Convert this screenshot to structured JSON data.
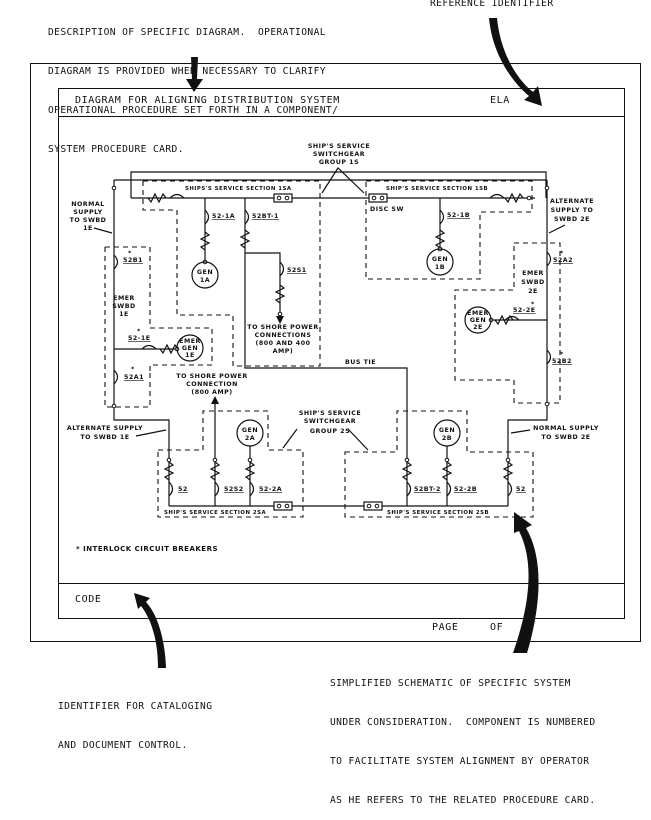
{
  "annotations": {
    "top_left": [
      "DESCRIPTION OF SPECIFIC DIAGRAM.  OPERATIONAL",
      "DIAGRAM IS PROVIDED WHEN NECESSARY TO CLARIFY",
      "OPERATIONAL PROCEDURE SET FORTH IN A COMPONENT/",
      "SYSTEM PROCEDURE CARD."
    ],
    "top_right": "REFERENCE IDENTIFIER",
    "bottom_left": [
      "IDENTIFIER FOR CATALOGING",
      "AND DOCUMENT CONTROL."
    ],
    "bottom_right": [
      "SIMPLIFIED SCHEMATIC OF SPECIFIC SYSTEM",
      "UNDER CONSIDERATION.  COMPONENT IS NUMBERED",
      "TO FACILITATE SYSTEM ALIGNMENT BY OPERATOR",
      "AS HE REFERS TO THE RELATED PROCEDURE CARD."
    ]
  },
  "card": {
    "title": "DIAGRAM FOR ALIGNING DISTRIBUTION SYSTEM",
    "reference": "ELA",
    "code_label": "CODE",
    "page_label": "PAGE",
    "of_label": "OF"
  },
  "diagram": {
    "group_1s": [
      "SHIP'S SERVICE",
      "SWITCHGEAR",
      "GROUP 1S"
    ],
    "group_2s": [
      "SHIP'S SERVICE",
      "SWITCHGEAR",
      "GROUP 2S"
    ],
    "section_1a": "SHIPS'S SERVICE SECTION 1SA",
    "section_1b": "SHIP'S SERVICE SECTION 1SB",
    "section_2a": "SHIP'S SERVICE SECTION 2SA",
    "section_2b": "SHIP'S SERVICE SECTION 2SB",
    "disc_sw": "DISC SW",
    "normal_supply_1e": [
      "NORMAL",
      "SUPPLY",
      "TO SWBD",
      "1E"
    ],
    "alternate_supply_2e": [
      "ALTERNATE",
      "SUPPLY TO",
      "SWBD 2E"
    ],
    "alternate_supply_1e": [
      "ALTERNATE SUPPLY",
      "TO SWBD 1E"
    ],
    "normal_supply_2e": [
      "NORMAL SUPPLY",
      "TO SWBD 2E"
    ],
    "emer_swbd_1e": [
      "EMER",
      "SWBD",
      "1E"
    ],
    "emer_swbd_2e": [
      "EMER",
      "SWBD",
      "2E"
    ],
    "shore_1": [
      "TO SHORE POWER",
      "CONNECTIONS",
      "(800 AND 400",
      "AMP)"
    ],
    "shore_2": [
      "TO SHORE POWER",
      "CONNECTION",
      "(800 AMP)"
    ],
    "bus_tie": "BUS TIE",
    "gen_1a": [
      "GEN",
      "1A"
    ],
    "gen_1b": [
      "GEN",
      "1B"
    ],
    "gen_2a": [
      "GEN",
      "2A"
    ],
    "gen_2b": [
      "GEN",
      "2B"
    ],
    "emer_gen_1e": [
      "EMER",
      "GEN",
      "1E"
    ],
    "emer_gen_2e": [
      "EMER",
      "GEN",
      "2E"
    ],
    "breakers": {
      "b52_1a": "52-1A",
      "b52bt_1": "52BT-1",
      "b52s1": "52S1",
      "b52_1b": "52-1B",
      "b52b1": "52B1",
      "b52_1e": "52-1E",
      "b52a1": "52A1",
      "b52a2": "52A2",
      "b52_2e": "52-2E",
      "b52b2": "52B2",
      "b52_l": "52",
      "b52s2": "52S2",
      "b52_2a": "52-2A",
      "b52bt_2": "52BT-2",
      "b52_2b": "52-2B",
      "b52_r": "52"
    },
    "interlock_mark": "*",
    "legend": "* INTERLOCK CIRCUIT BREAKERS"
  }
}
